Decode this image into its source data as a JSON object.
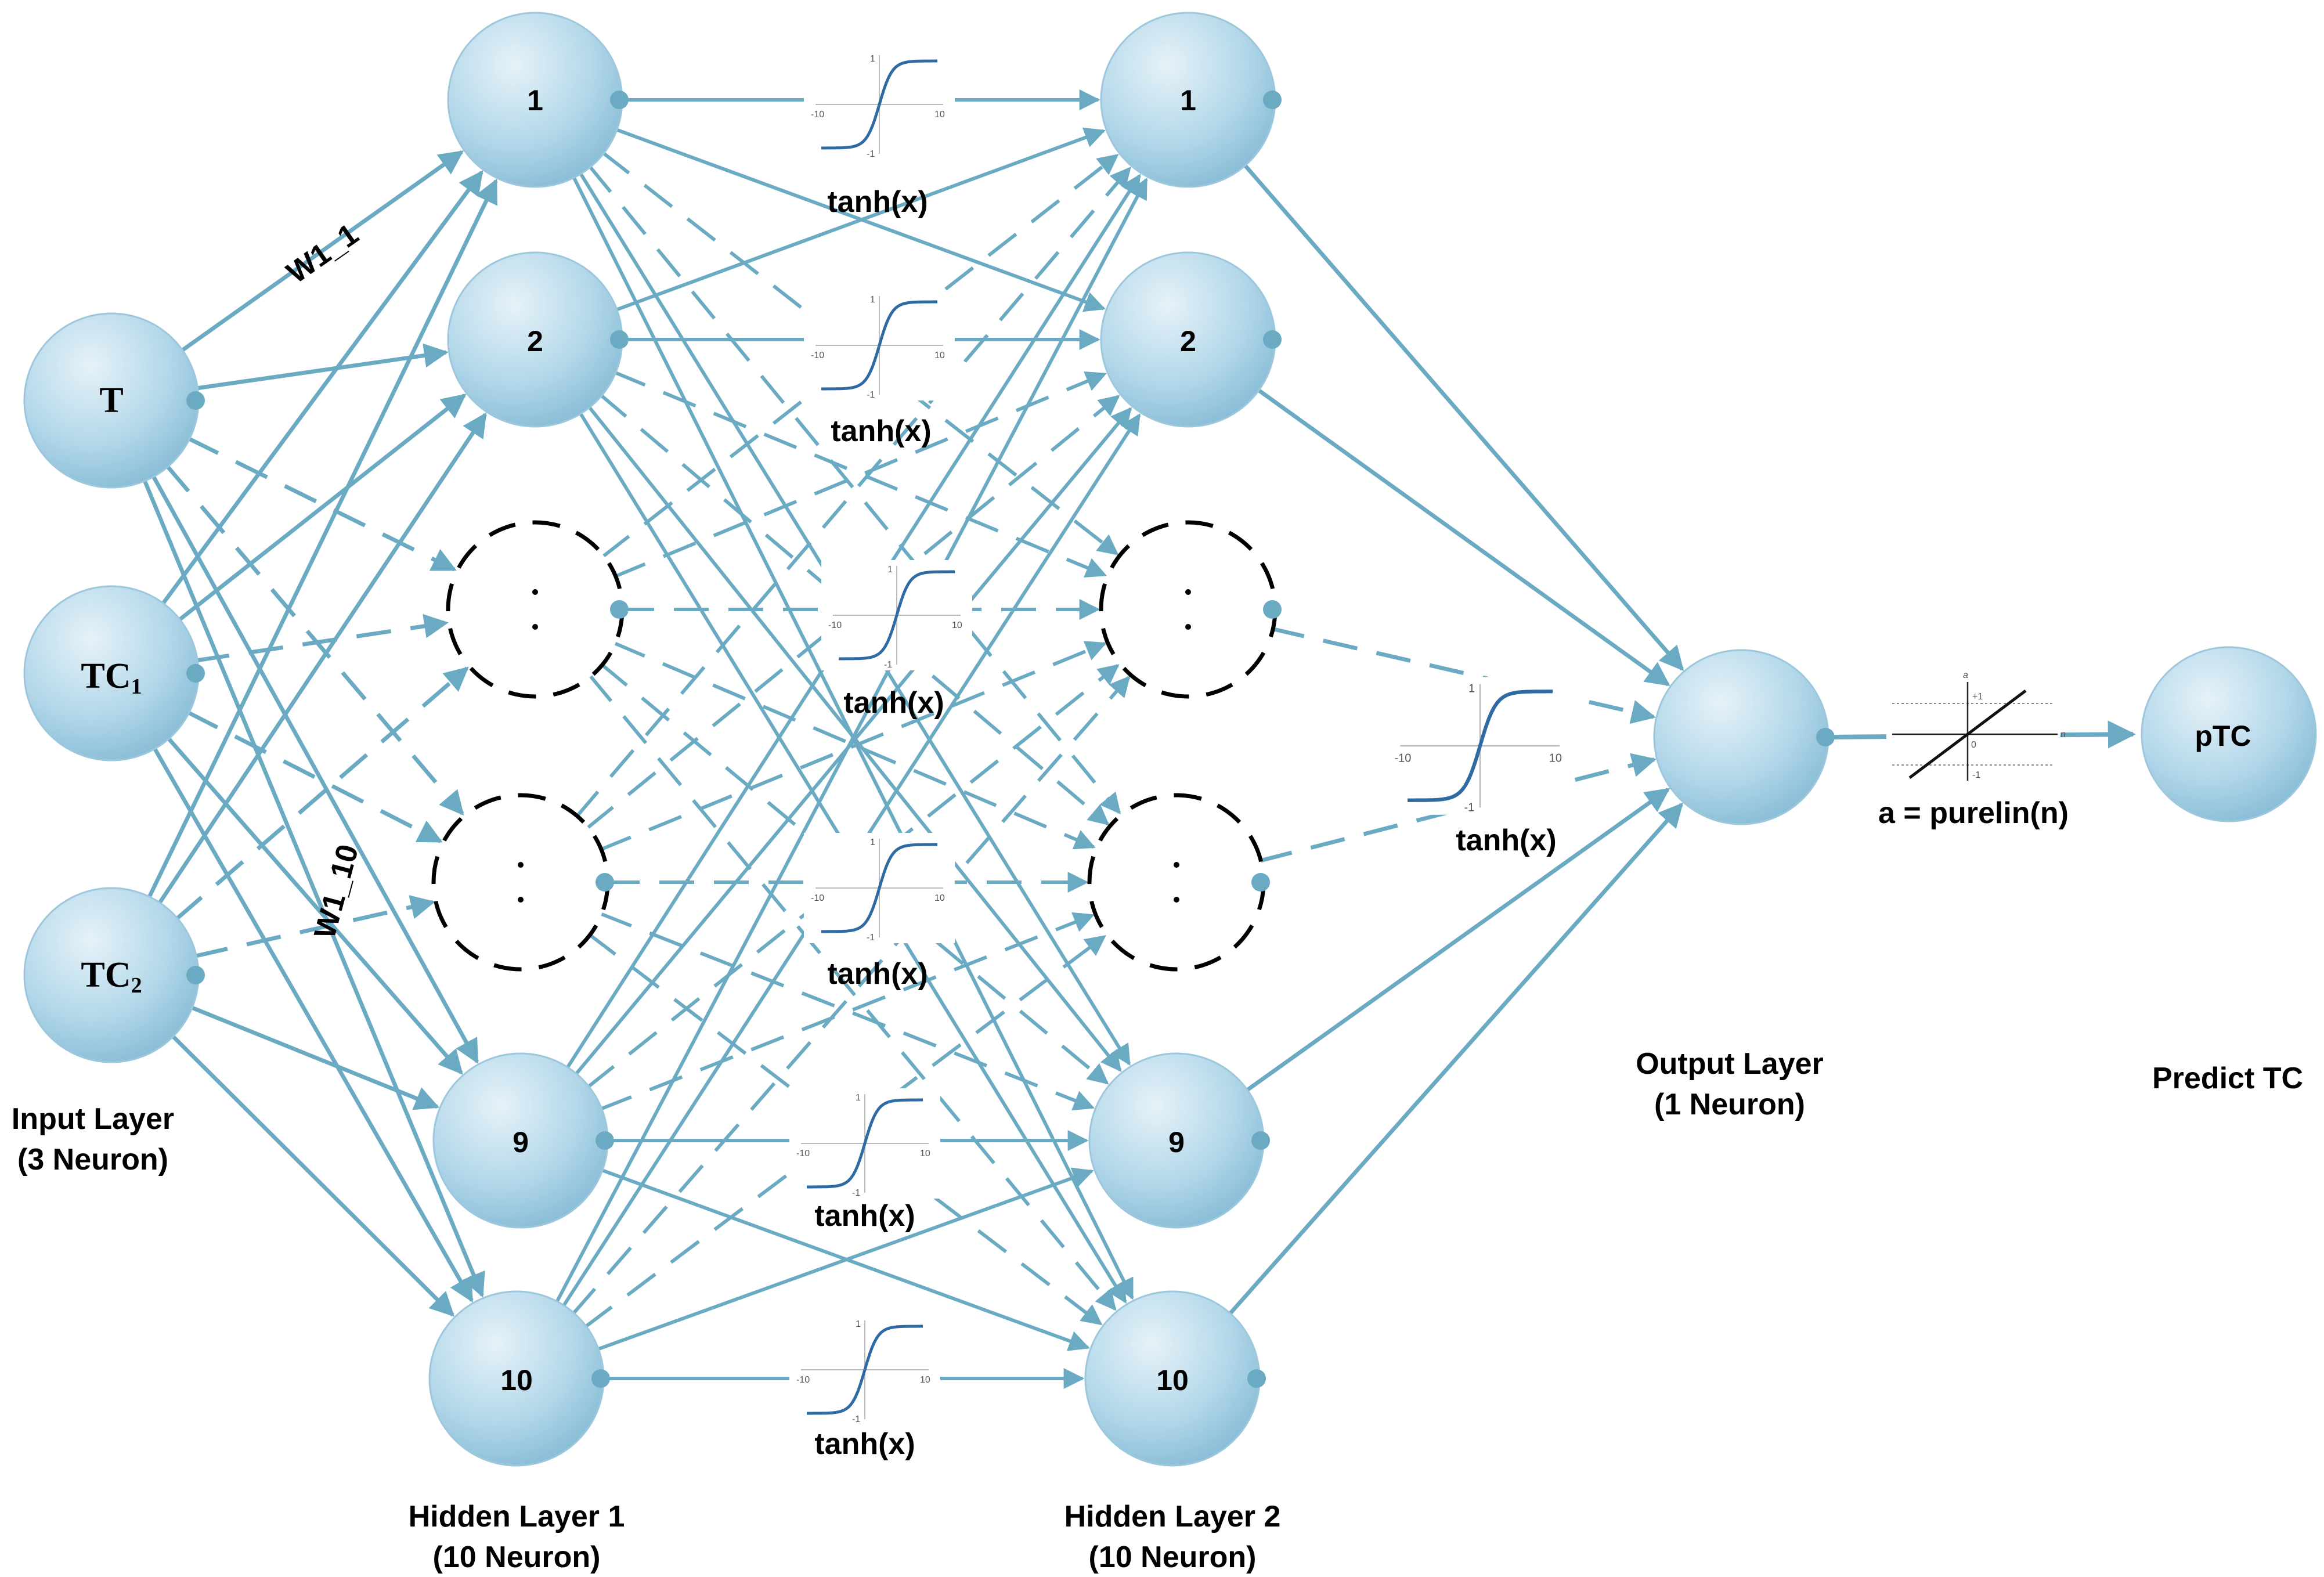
{
  "colors": {
    "edge": "#6aaac3",
    "node_fill_light": "#dcecf5",
    "node_fill_dark": "#8cc1da",
    "ellipsis_ring": "#000000",
    "curve": "#2f6aa3"
  },
  "input_layer": {
    "nodes": [
      "T",
      "TC",
      "TC"
    ],
    "subscripts": [
      "",
      "1",
      "2"
    ],
    "caption_line1": "Input Layer",
    "caption_line2": "(3 Neuron)"
  },
  "hidden_layer_1": {
    "nodes": [
      "1",
      "2",
      ":",
      ":",
      "9",
      "10"
    ],
    "caption_line1": "Hidden Layer 1",
    "caption_line2": "(10 Neuron)"
  },
  "hidden_layer_2": {
    "nodes": [
      "1",
      "2",
      ":",
      ":",
      "9",
      "10"
    ],
    "caption_line1": "Hidden Layer 2",
    "caption_line2": "(10 Neuron)"
  },
  "output_layer": {
    "caption_line1": "Output Layer",
    "caption_line2": "(1 Neuron)"
  },
  "prediction": {
    "node": "pTC",
    "caption": "Predict TC"
  },
  "weight_labels": [
    "W1_1",
    "W1_10"
  ],
  "activation": {
    "hidden_label": "tanh(x)",
    "output_label": "a = purelin(n)",
    "tanh_ticks": [
      "-10",
      "10",
      "1",
      "-1"
    ],
    "purelin_ticks": [
      "a",
      "n",
      "+1",
      "0",
      "-1"
    ]
  }
}
